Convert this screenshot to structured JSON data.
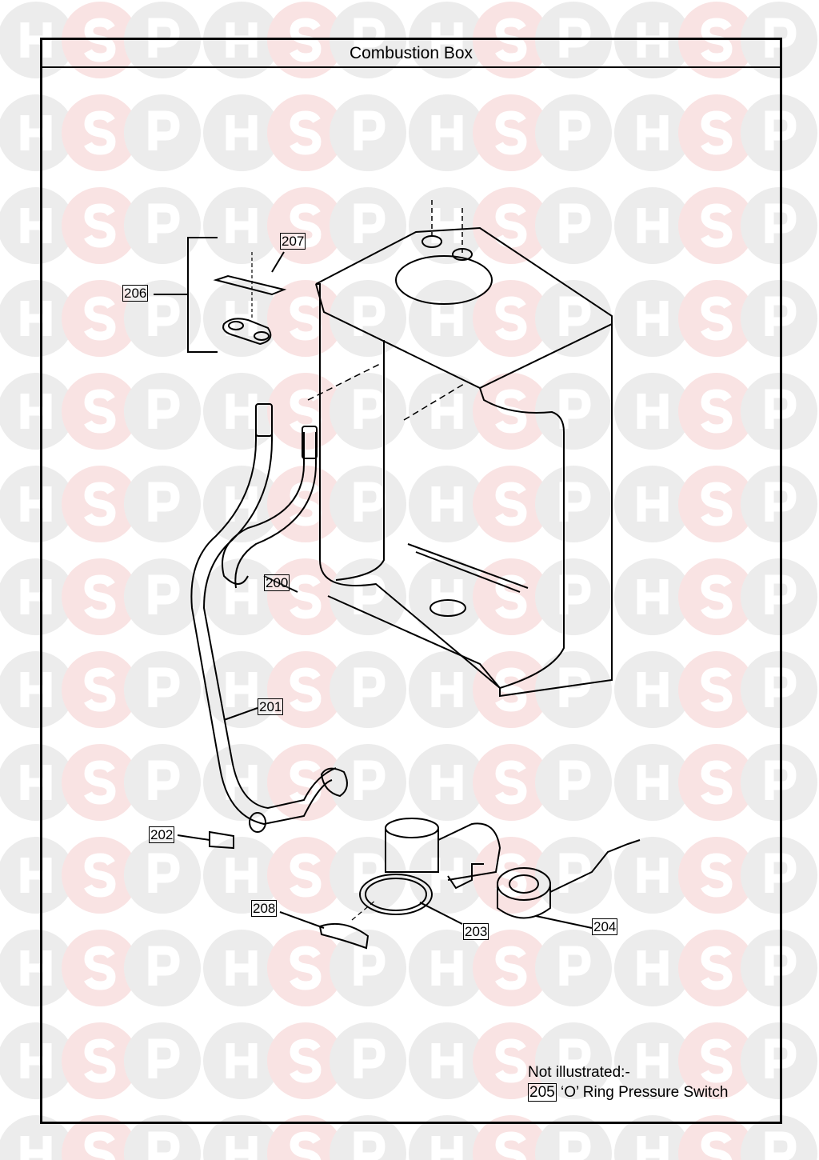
{
  "title": "Combustion Box",
  "watermark": {
    "letters": [
      "H",
      "S",
      "P"
    ],
    "colors": {
      "grey": "#ececec",
      "pink": "#f9e3e3"
    }
  },
  "parts": [
    {
      "id": "200"
    },
    {
      "id": "201"
    },
    {
      "id": "202"
    },
    {
      "id": "203"
    },
    {
      "id": "204"
    },
    {
      "id": "206"
    },
    {
      "id": "207"
    },
    {
      "id": "208"
    }
  ],
  "note": {
    "heading": "Not illustrated:-",
    "item_id": "205",
    "item_text": "‘O’ Ring Pressure Switch"
  }
}
